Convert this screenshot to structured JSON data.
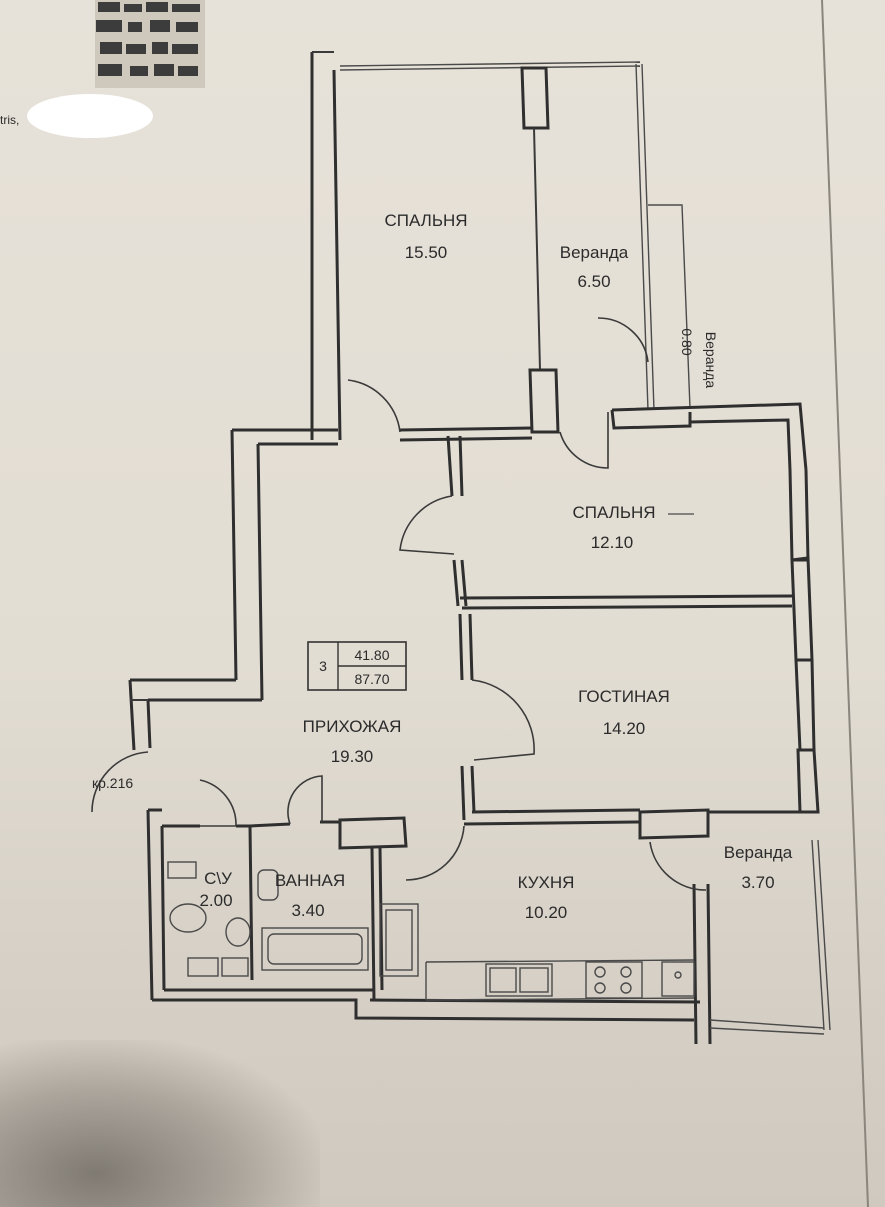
{
  "rooms": {
    "bedroom1": {
      "name": "СПАЛЬНЯ",
      "area": "15.50"
    },
    "veranda1": {
      "name": "Веранда",
      "area": "6.50"
    },
    "veranda_side": {
      "name": "Веранда",
      "width": "0.80"
    },
    "bedroom2": {
      "name": "СПАЛЬНЯ",
      "area": "12.10"
    },
    "living": {
      "name": "ГОСТИНАЯ",
      "area": "14.20"
    },
    "hall": {
      "name": "ПРИХОЖАЯ",
      "area": "19.30"
    },
    "wc": {
      "name": "С\\У",
      "area": "2.00"
    },
    "bath": {
      "name": "ВАННАЯ",
      "area": "3.40"
    },
    "kitchen": {
      "name": "КУХНЯ",
      "area": "10.20"
    },
    "veranda2": {
      "name": "Веранда",
      "area": "3.70"
    }
  },
  "summary": {
    "rooms_count": "3",
    "living_area": "41.80",
    "total_area": "87.70"
  },
  "door_label": "кр.216",
  "header_fragment": "tris,"
}
